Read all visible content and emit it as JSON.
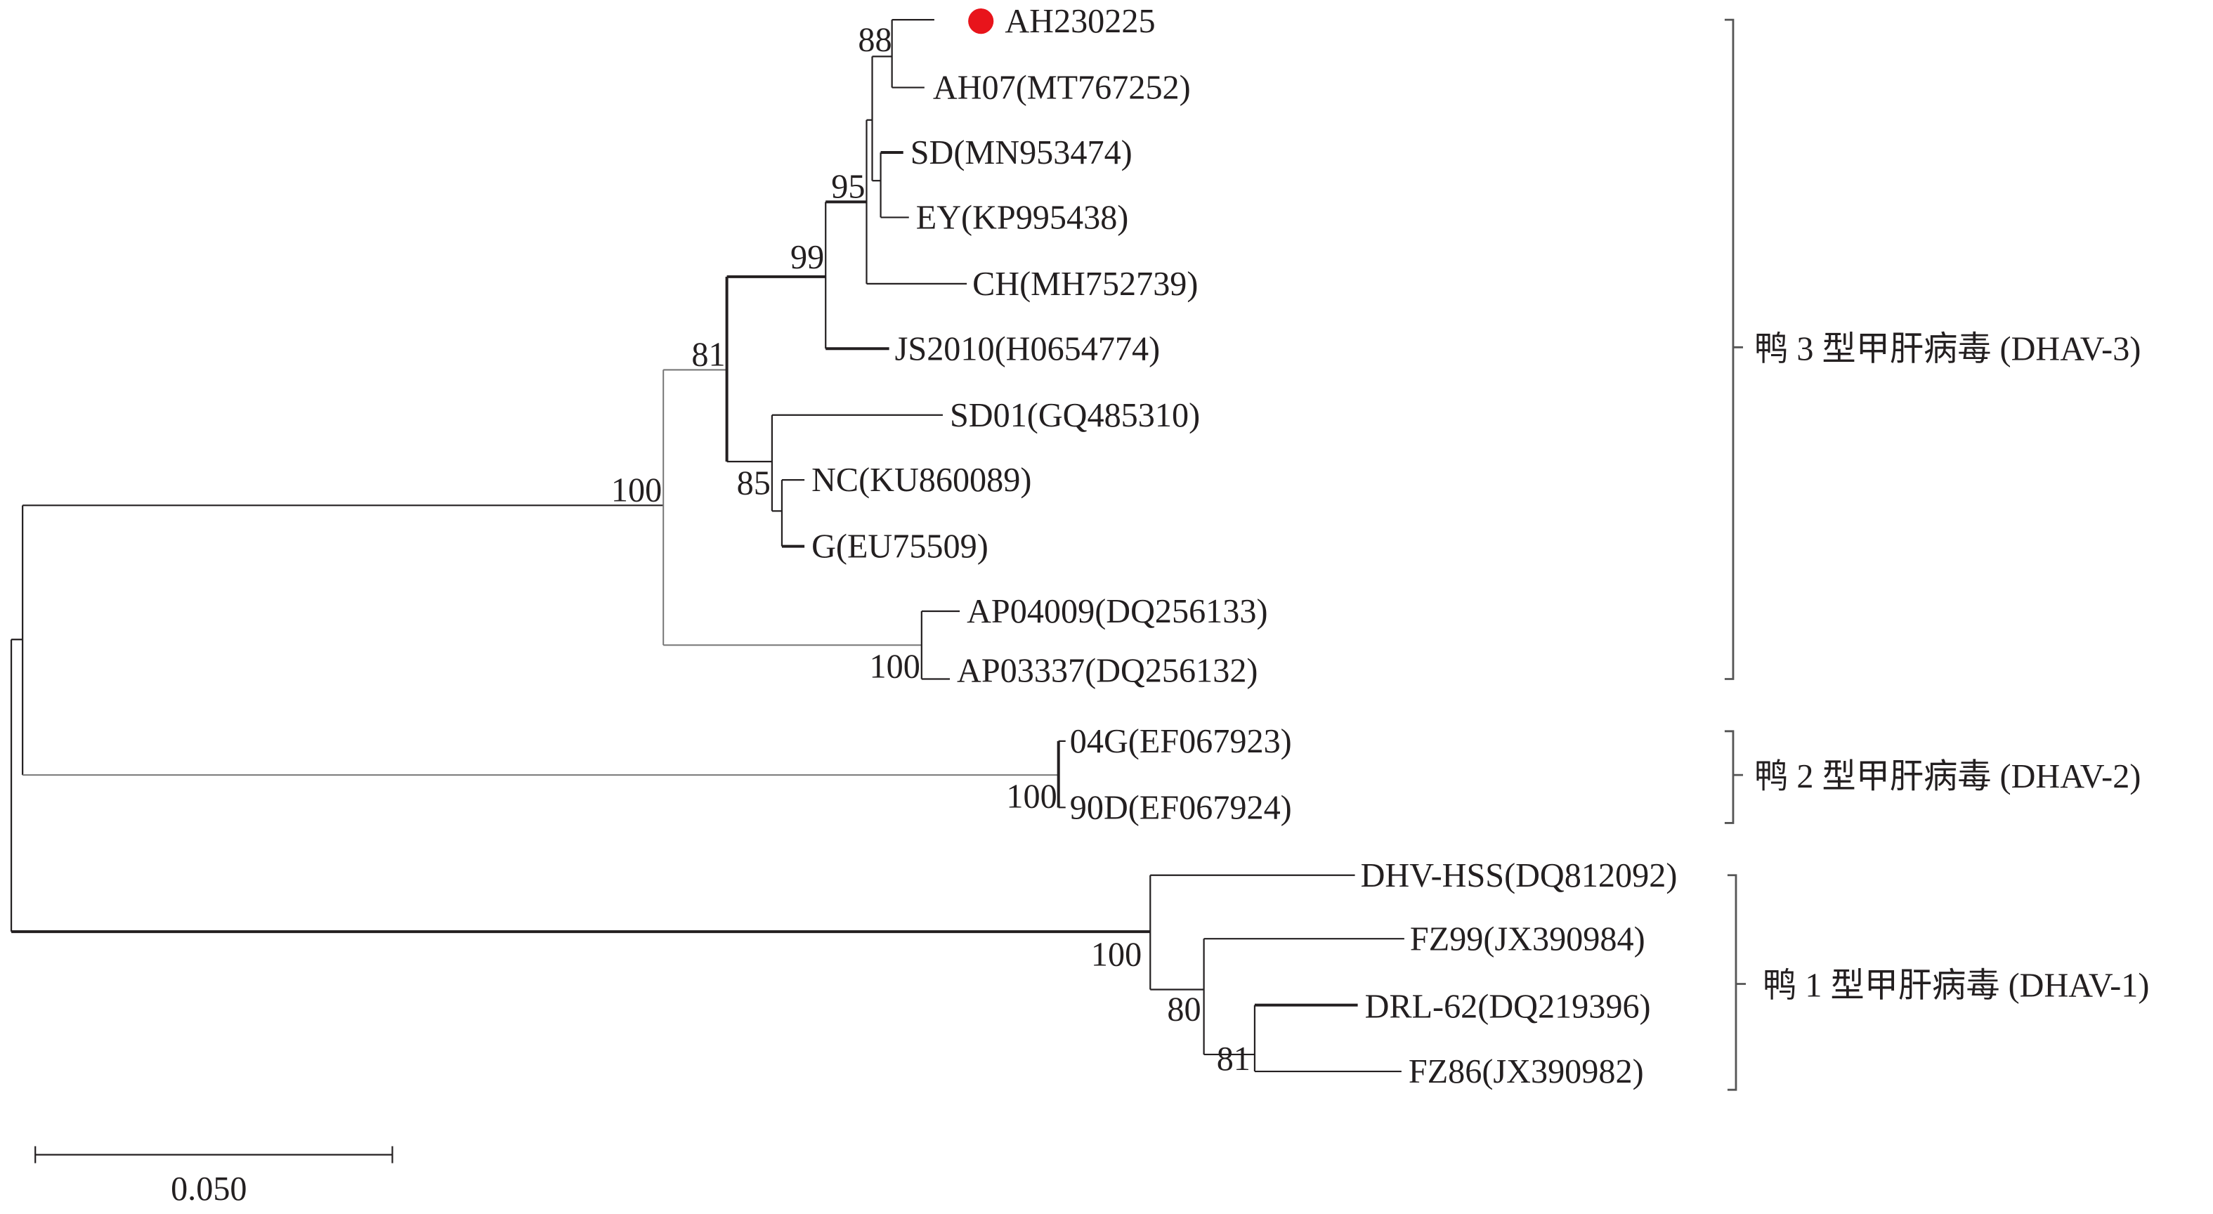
{
  "tree": {
    "highlight_color": "#e8141b",
    "tips": [
      {
        "label": "AH230225",
        "highlighted": true
      },
      {
        "label": "AH07(MT767252)"
      },
      {
        "label": "SD(MN953474)"
      },
      {
        "label": "EY(KP995438)"
      },
      {
        "label": "CH(MH752739)"
      },
      {
        "label": "JS2010(H0654774)"
      },
      {
        "label": "SD01(GQ485310)"
      },
      {
        "label": "NC(KU860089)"
      },
      {
        "label": "G(EU75509)"
      },
      {
        "label": "AP04009(DQ256133)"
      },
      {
        "label": "AP03337(DQ256132)"
      },
      {
        "label": "04G(EF067923)"
      },
      {
        "label": "90D(EF067924)"
      },
      {
        "label": "DHV-HSS(DQ812092)"
      },
      {
        "label": "FZ99(JX390984)"
      },
      {
        "label": "DRL-62(DQ219396)"
      },
      {
        "label": "FZ86(JX390982)"
      }
    ],
    "bootstrap": {
      "ah230225_ah07": "88",
      "sd_ey_group": "95",
      "ch_group": "99",
      "dhav3_core": "81",
      "nc_g_sd01": "85",
      "dhav3": "100",
      "ap_pair": "100",
      "dhav2": "100",
      "dhav1": "100",
      "fz_drl": "80",
      "drl_fz86": "81"
    },
    "groups": [
      {
        "label": "鸭 3 型甲肝病毒 (DHAV-3)"
      },
      {
        "label": "鸭 2 型甲肝病毒 (DHAV-2)"
      },
      {
        "label": "鸭 1 型甲肝病毒 (DHAV-1)"
      }
    ],
    "scale_bar": {
      "label": "0.050"
    }
  }
}
